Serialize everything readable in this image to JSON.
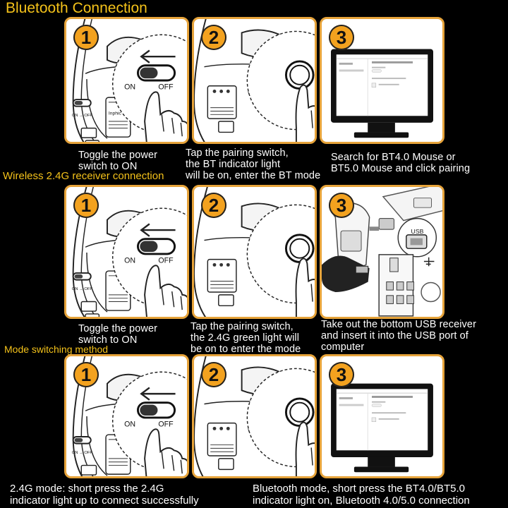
{
  "sections": [
    {
      "title": "Bluetooth Connection"
    },
    {
      "title": "Wireless 2.4G receiver connection"
    },
    {
      "title": "Mode switching method"
    }
  ],
  "steps": [
    "1",
    "2",
    "3"
  ],
  "switch": {
    "on": "ON",
    "off": "OFF",
    "small_on_off": "ON → OFF"
  },
  "captions": {
    "bt_step1": "Toggle the power\nswitch to ON",
    "bt_step2": "Tap the pairing switch,\nthe BT indicator light\nwill be on, enter the BT mode",
    "bt_step3": "Search for BT4.0 Mouse or\nBT5.0 Mouse and click pairing",
    "rf_step1": "Toggle the power\nswitch to ON",
    "rf_step2": "Tap the pairing switch,\nthe 2.4G green light will\nbe on to enter the mode",
    "rf_step3": "Take out the bottom USB receiver\nand insert it into the USB port of\ncomputer",
    "mode_left": "2.4G mode: short press the 2.4G\nindicator light up to connect successfully",
    "mode_right": "Bluetooth mode, short press the BT4.0/BT5.0\nindicator light on, Bluetooth 4.0/5.0 connection"
  },
  "usb_label": "USB",
  "mouse_label": "Inphic"
}
